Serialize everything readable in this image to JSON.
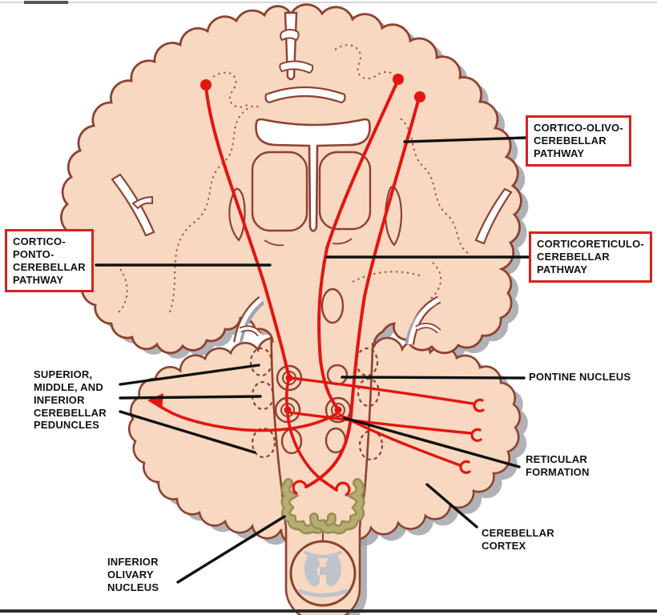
{
  "figure": {
    "kind": "brain coronal section with brainstem and cerebellum, afferent cerebellar pathways"
  },
  "labels": {
    "cortico_olivo": "CORTICO-OLIVO-\nCEREBELLAR\nPATHWAY",
    "cortico_ponto": "CORTICO-\nPONTO-\nCEREBELLAR\nPATHWAY",
    "corticoreticulo": "CORTICORETICULO-\nCEREBELLAR\nPATHWAY",
    "peduncles": "SUPERIOR,\nMIDDLE, AND\nINFERIOR\nCEREBELLAR\nPEDUNCLES",
    "pontine_nucleus": "PONTINE NUCLEUS",
    "reticular_formation": "RETICULAR\nFORMATION",
    "cerebellar_cortex": "CEREBELLAR\nCORTEX",
    "inferior_olivary_nucleus": "INFERIOR\nOLIVARY\nNUCLEUS"
  },
  "colors": {
    "background": "#ffffff",
    "brain_fill": "#f8d8c0",
    "brain_outline": "#8e4130",
    "pathway_red": "#e31510",
    "label_border": "#d92020",
    "label_text": "#121212",
    "leader_black": "#111111",
    "shadow_gray": "#a3a3ab",
    "olive_fill": "#b7ac72",
    "olive_dark": "#978d55",
    "cord_gray": "#bfc3cb",
    "dashed_brown": "#a35a40"
  }
}
